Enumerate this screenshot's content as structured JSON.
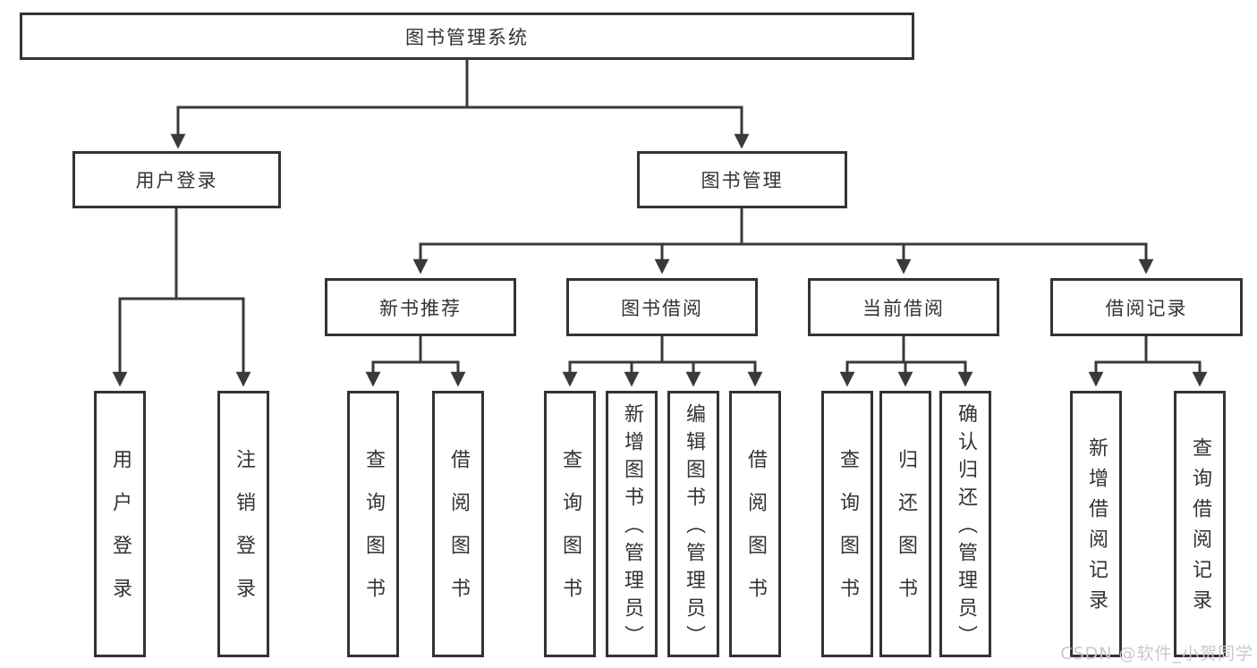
{
  "diagram": {
    "title": "图书管理系统",
    "root": {
      "label": "图书管理系统"
    },
    "branches": [
      {
        "label": "用户登录",
        "children": [
          {
            "label": "用户登录"
          },
          {
            "label": "注销登录"
          }
        ]
      },
      {
        "label": "图书管理",
        "children": [
          {
            "label": "新书推荐",
            "children": [
              {
                "label": "查询图书"
              },
              {
                "label": "借阅图书"
              }
            ]
          },
          {
            "label": "图书借阅",
            "children": [
              {
                "label": "查询图书"
              },
              {
                "label": "新增图书（管理员）"
              },
              {
                "label": "编辑图书（管理员）"
              },
              {
                "label": "借阅图书"
              }
            ]
          },
          {
            "label": "当前借阅",
            "children": [
              {
                "label": "查询图书"
              },
              {
                "label": "归还图书"
              },
              {
                "label": "确认归还（管理员）"
              }
            ]
          },
          {
            "label": "借阅记录",
            "children": [
              {
                "label": "新增借阅记录"
              },
              {
                "label": "查询借阅记录"
              }
            ]
          }
        ]
      }
    ],
    "watermark": "CSDN @软件_小贺同学",
    "colors": {
      "line": "#3a3a3a",
      "box_border": "#333333",
      "text": "#333333",
      "watermark": "#c9c9c9",
      "background": "#ffffff"
    }
  }
}
